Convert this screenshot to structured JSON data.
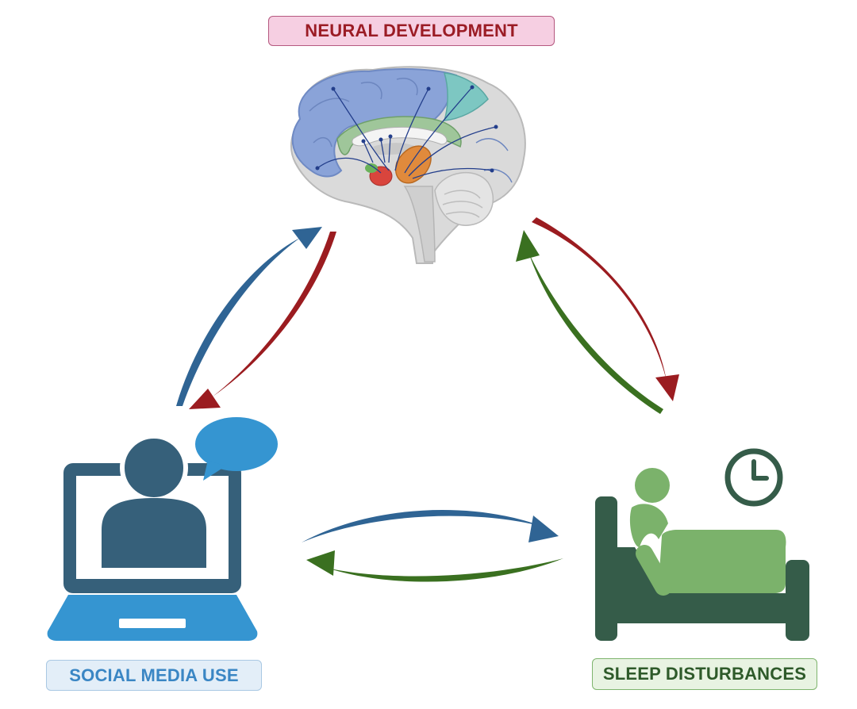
{
  "labels": {
    "neural": "NEURAL DEVELOPMENT",
    "social": "SOCIAL MEDIA USE",
    "sleep": "SLEEP DISTURBANCES"
  },
  "nodes": {
    "neural": "brain-illustration",
    "social": "laptop-person-chat-icon",
    "sleep": "bed-person-clock-icon"
  },
  "arrows": [
    {
      "from": "social",
      "to": "neural",
      "color": "#2f6494"
    },
    {
      "from": "neural",
      "to": "social",
      "color": "#9b1c20"
    },
    {
      "from": "sleep",
      "to": "neural",
      "color": "#3a7020"
    },
    {
      "from": "neural",
      "to": "sleep",
      "color": "#9b1c20"
    },
    {
      "from": "social",
      "to": "sleep",
      "color": "#2f6494"
    },
    {
      "from": "sleep",
      "to": "social",
      "color": "#3a7020"
    }
  ],
  "colors": {
    "blue": "#2f6494",
    "red": "#9b1c20",
    "green": "#3a7020",
    "laptop": "#3595d1",
    "person": "#36607a",
    "bed": "#355c49",
    "sleeper": "#7bb26b"
  }
}
